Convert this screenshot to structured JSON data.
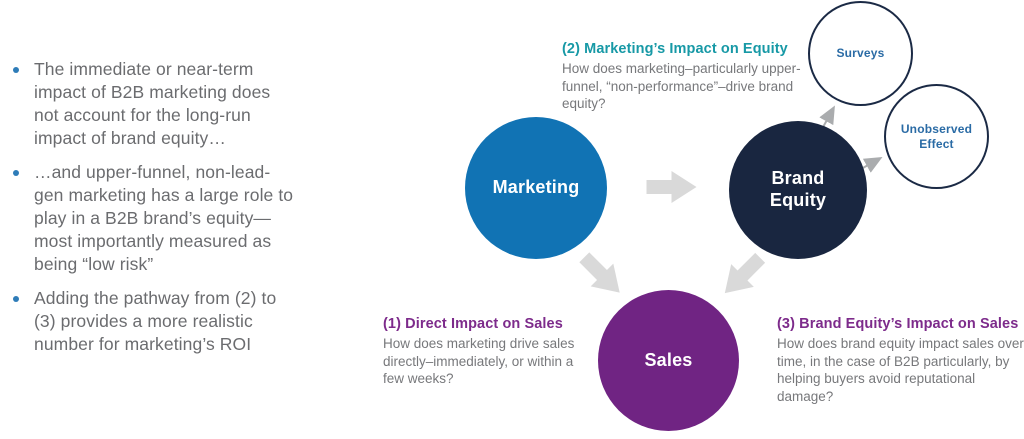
{
  "page": {
    "background": "#ffffff"
  },
  "bullets": {
    "dot_color": "#2e7cb8",
    "text_color": "#6b6c6f",
    "items": [
      {
        "text": "The immediate or near-term impact of B2B marketing does not account for the long-run impact of brand equity…"
      },
      {
        "text": "…and upper-funnel, non-lead-gen marketing has a large role to play in a B2B brand’s equity—most importantly measured as being “low risk”"
      },
      {
        "text": "Adding the pathway from (2) to (3) provides a more realistic number for marketing’s ROI"
      }
    ]
  },
  "diagram": {
    "arrow_color": "#d9d9d9",
    "thin_arrow_color": "#aaacae",
    "nodes": [
      {
        "id": "marketing",
        "label": "Marketing",
        "fill": "#1173b4",
        "text_color": "#ffffff"
      },
      {
        "id": "brand-equity",
        "label": "Brand\nEquity",
        "fill": "#192640",
        "text_color": "#ffffff"
      },
      {
        "id": "sales",
        "label": "Sales",
        "fill": "#702483",
        "text_color": "#ffffff"
      },
      {
        "id": "surveys",
        "label": "Surveys",
        "fill": "#ffffff",
        "border_color": "#1b2a45",
        "text_color": "#2a6ba5"
      },
      {
        "id": "unobserved-effect",
        "label": "Unobserved\nEffect",
        "fill": "#ffffff",
        "border_color": "#1b2a45",
        "text_color": "#2a6ba5"
      }
    ],
    "annotations": [
      {
        "title": "(1) Direct Impact on Sales",
        "title_color": "#7d2b8b",
        "body": "How does marketing drive sales directly–immediately, or within a few weeks?"
      },
      {
        "title": "(2) Marketing’s Impact on Equity",
        "title_color": "#1799a6",
        "body": "How does marketing–particularly upper-funnel, “non-performance”–drive brand equity?"
      },
      {
        "title": "(3) Brand Equity’s Impact on Sales",
        "title_color": "#7d2b8b",
        "body": "How does brand equity impact sales over time, in the case of B2B particularly, by helping buyers avoid reputational damage?"
      }
    ]
  }
}
